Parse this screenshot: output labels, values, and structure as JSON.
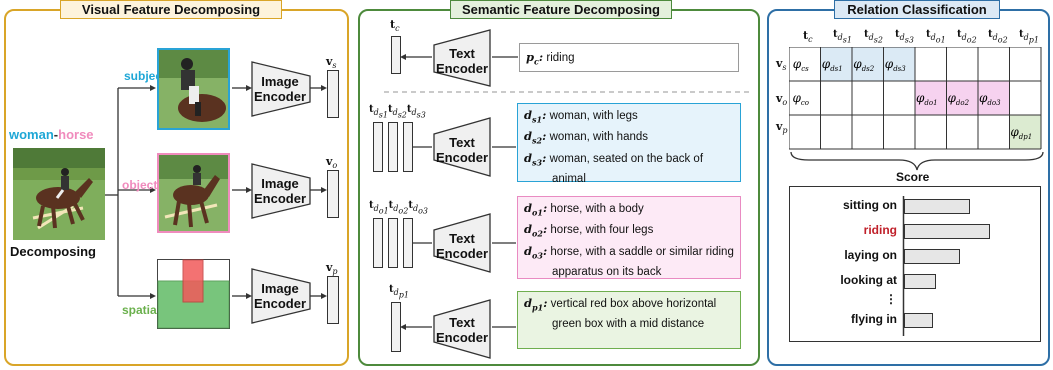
{
  "panels": {
    "visual": {
      "title": "Visual Feature Decomposing",
      "color": "#d9a528"
    },
    "semantic": {
      "title": "Semantic Feature Decomposing",
      "color": "#4d8a3c"
    },
    "relation": {
      "title": "Relation Classification",
      "color": "#2e6fa6"
    }
  },
  "visual": {
    "pair_subject": "woman",
    "pair_dash": "-",
    "pair_object": "horse",
    "decomposing": "Decomposing",
    "branches": [
      {
        "label": "subject",
        "color": "#1fa7d6",
        "encoder": "Image\nEncoder",
        "vec": "v",
        "sub": "s"
      },
      {
        "label": "object",
        "color": "#f08bbd",
        "encoder": "Image\nEncoder",
        "vec": "v",
        "sub": "o"
      },
      {
        "label": "spatial",
        "color": "#6ab04c",
        "encoder": "Image\nEncoder",
        "vec": "v",
        "sub": "p"
      }
    ]
  },
  "semantic": {
    "encoder": "Text\nEncoder",
    "prompt": {
      "key": "p",
      "sub": "c",
      "colon": ":",
      "text": "riding",
      "vec": "t",
      "vecsub": "c"
    },
    "groups": [
      {
        "color": "#29a3d6",
        "bg": "#e6f3fb",
        "vecs": [
          "d_s1",
          "d_s2",
          "d_s3"
        ],
        "items": [
          {
            "key": "d",
            "sub": "s1",
            "text": "woman, with legs"
          },
          {
            "key": "d",
            "sub": "s2",
            "text": "woman, with hands"
          },
          {
            "key": "d",
            "sub": "s3",
            "text": "woman, seated on the back of animal"
          }
        ]
      },
      {
        "color": "#e98bc2",
        "bg": "#fdeaf6",
        "vecs": [
          "d_o1",
          "d_o2",
          "d_o3"
        ],
        "items": [
          {
            "key": "d",
            "sub": "o1",
            "text": "horse, with a body"
          },
          {
            "key": "d",
            "sub": "o2",
            "text": "horse, with four legs"
          },
          {
            "key": "d",
            "sub": "o3",
            "text": "horse, with a saddle or similar riding apparatus on its back"
          }
        ]
      },
      {
        "color": "#6fae4e",
        "bg": "#eaf4e2",
        "vecs": [
          "d_p1"
        ],
        "items": [
          {
            "key": "d",
            "sub": "p1",
            "text": "vertical red box above horizontal green box with a mid distance"
          }
        ]
      }
    ]
  },
  "relation": {
    "columns": [
      "c",
      "d_s1",
      "d_s2",
      "d_s3",
      "d_o1",
      "d_o2",
      "d_o2",
      "d_p1"
    ],
    "rows": [
      "s",
      "o",
      "p"
    ],
    "cells": [
      {
        "row": 0,
        "col": 0,
        "sub": "c_s",
        "color": "#ffffff"
      },
      {
        "row": 0,
        "col": 1,
        "sub": "d_s1",
        "color": "#dbeaf5"
      },
      {
        "row": 0,
        "col": 2,
        "sub": "d_s2",
        "color": "#dbeaf5"
      },
      {
        "row": 0,
        "col": 3,
        "sub": "d_s3",
        "color": "#dbeaf5"
      },
      {
        "row": 1,
        "col": 0,
        "sub": "c_o",
        "color": "#ffffff"
      },
      {
        "row": 1,
        "col": 4,
        "sub": "d_o1",
        "color": "#f6d2ef"
      },
      {
        "row": 1,
        "col": 5,
        "sub": "d_o2",
        "color": "#f6d2ef"
      },
      {
        "row": 1,
        "col": 6,
        "sub": "d_o3",
        "color": "#f6d2ef"
      },
      {
        "row": 2,
        "col": 7,
        "sub": "d_p1",
        "color": "#dcebd1"
      }
    ],
    "score_title": "Score",
    "scores": [
      {
        "label": "sitting on",
        "value": 0.55,
        "highlight": false
      },
      {
        "label": "riding",
        "value": 0.72,
        "highlight": true
      },
      {
        "label": "laying on",
        "value": 0.47,
        "highlight": false
      },
      {
        "label": "looking at",
        "value": 0.27,
        "highlight": false
      },
      {
        "label": "⋮",
        "value": null,
        "highlight": false
      },
      {
        "label": "flying in",
        "value": 0.24,
        "highlight": false
      }
    ],
    "highlight_color": "#c0202a"
  }
}
